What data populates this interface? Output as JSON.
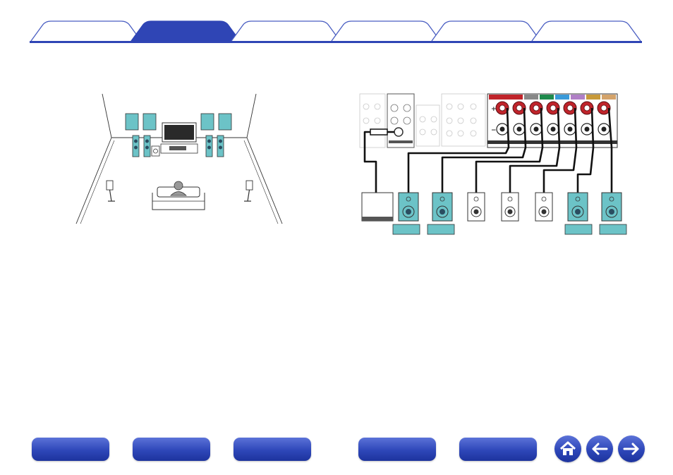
{
  "tabs": [
    {
      "id": "tab-1",
      "active": false
    },
    {
      "id": "tab-2",
      "active": true
    },
    {
      "id": "tab-3",
      "active": false
    },
    {
      "id": "tab-4",
      "active": false
    },
    {
      "id": "tab-5",
      "active": false
    },
    {
      "id": "tab-6",
      "active": false
    }
  ],
  "colors": {
    "tab_active": "#2f45b5",
    "tab_outline": "#4a5ec2",
    "speaker_highlight": "#6cc3c7",
    "terminal_red": "#c0242b",
    "button_blue": "#2e47b9"
  },
  "footer": {
    "buttons": [
      "footer-button-1",
      "footer-button-2",
      "footer-button-3",
      "footer-button-4",
      "footer-button-5"
    ],
    "icons": [
      "home-icon",
      "arrow-left-icon",
      "arrow-right-icon"
    ]
  }
}
